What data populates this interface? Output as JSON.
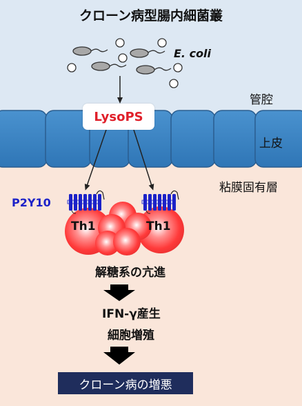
{
  "title": "クローン病型腸内細菌叢",
  "bacteria_label": "E. coli",
  "lumen_label": "管腔",
  "epithelium_label": "上皮",
  "lamina_propria_label": "粘膜固有層",
  "ligand_label": "LysoPS",
  "receptor_label": "P2Y10",
  "cell_label_left": "Th1",
  "cell_label_right": "Th1",
  "step1": "解糖系の亢進",
  "step2": "IFN-γ産生",
  "step3": "細胞増殖",
  "outcome": "クローン病の増悪",
  "colors": {
    "lumen_bg": "#dde8f3",
    "tissue_bg": "#fae6da",
    "epithelium_fill": "#3d86c5",
    "ligand_text": "#e0202a",
    "receptor": "#1c22c8",
    "cell_core": "#ff4040",
    "outcome_box": "#1f2d5c"
  }
}
